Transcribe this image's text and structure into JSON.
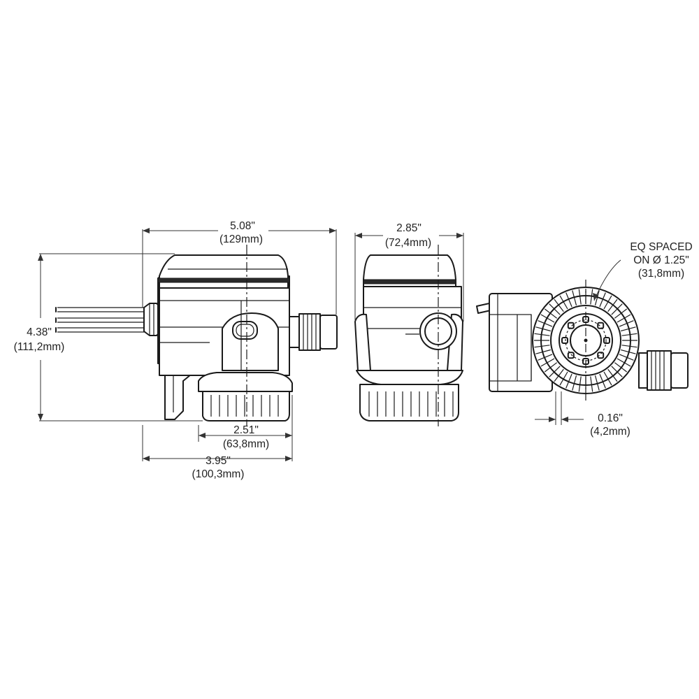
{
  "dimensions": {
    "overall_length": {
      "inches": "5.08\"",
      "mm": "(129mm)"
    },
    "height": {
      "inches": "4.38\"",
      "mm": "(111,2mm)"
    },
    "base_length": {
      "inches": "2.51\"",
      "mm": "(63,8mm)"
    },
    "body_length": {
      "inches": "3.95\"",
      "mm": "(100,3mm)"
    },
    "width": {
      "inches": "2.85\"",
      "mm": "(72,4mm)"
    },
    "hole_spacing": {
      "line1": "EQ SPACED",
      "line2": "ON Ø 1.25\"",
      "mm": "(31,8mm)"
    },
    "hole_size": {
      "inches": "0.16\"",
      "mm": "(4,2mm)"
    }
  }
}
